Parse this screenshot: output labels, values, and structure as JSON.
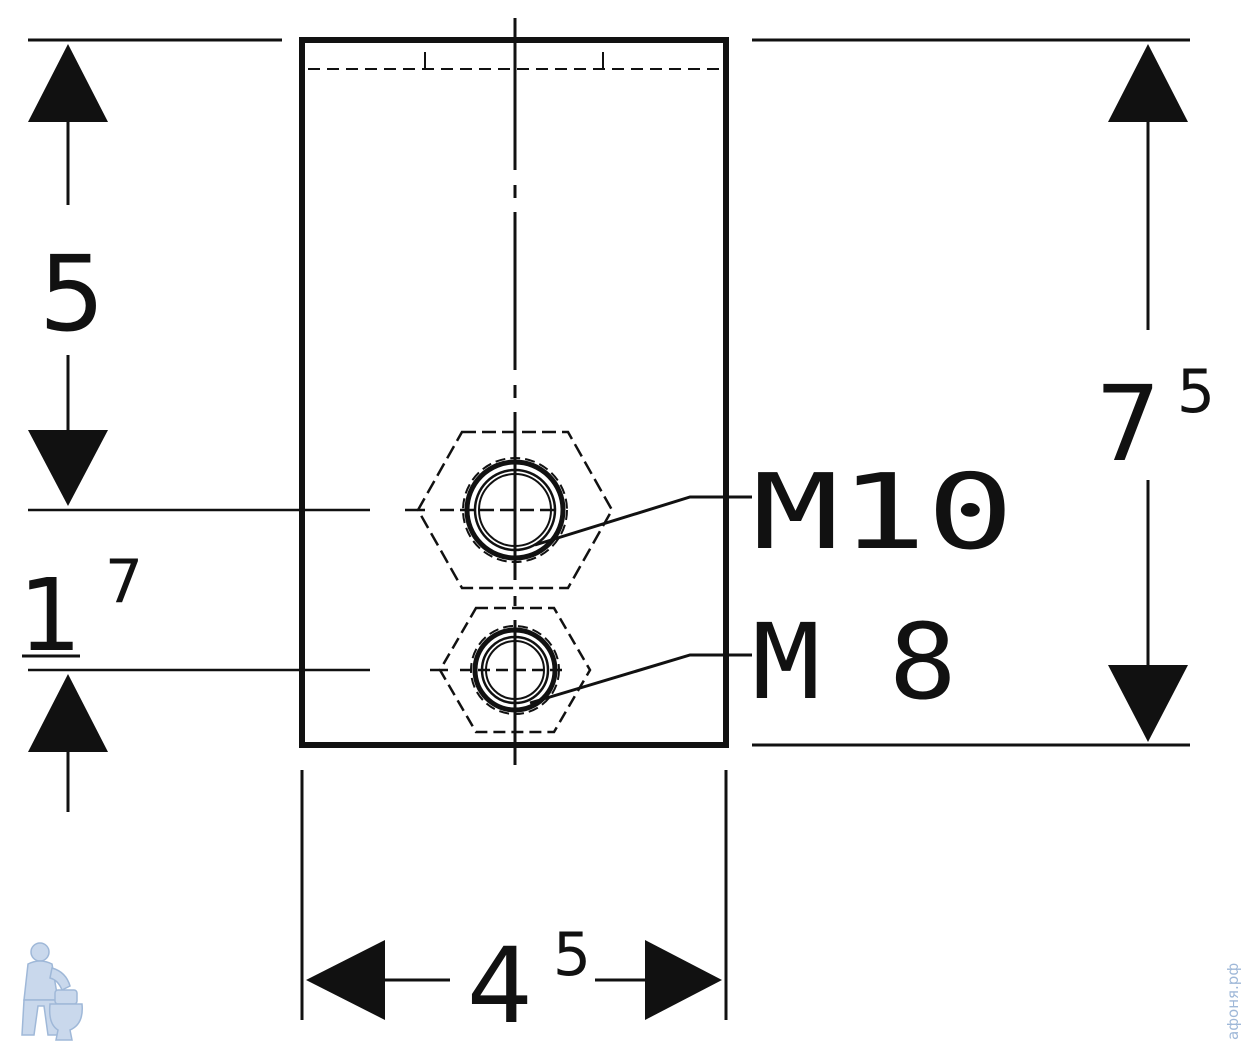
{
  "dimensions": {
    "left_upper": {
      "main": "5",
      "sup": ""
    },
    "left_lower": {
      "main": "1",
      "sup": "7"
    },
    "right_height": {
      "main": "7",
      "sup": "5"
    },
    "bottom_width": {
      "main": "4",
      "sup": "5"
    }
  },
  "thread_labels": {
    "upper": "M10",
    "lower": "M 8"
  },
  "watermark": {
    "side_text": "афоня.рф",
    "logo_icon": "plumber-with-toilet-icon"
  },
  "colors": {
    "line": "#111111",
    "watermark": "#9fb8d8"
  }
}
